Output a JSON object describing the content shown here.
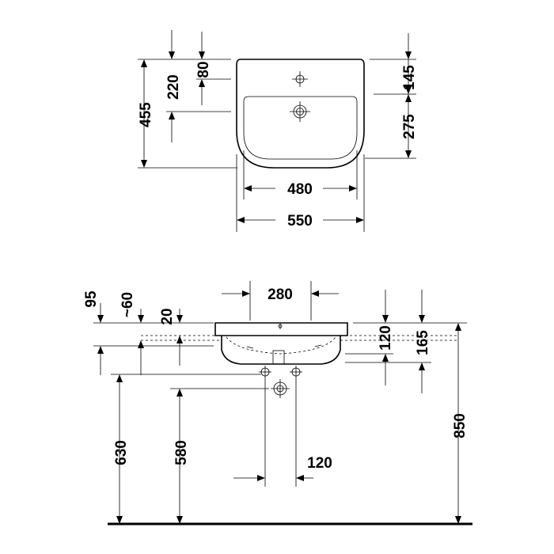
{
  "top_view": {
    "dimensions": {
      "d80": "80",
      "d220": "220",
      "d455": "455",
      "d145": "145",
      "d275": "275",
      "d480": "480",
      "d550": "550"
    }
  },
  "front_view": {
    "dimensions": {
      "d95": "95",
      "d60": "~60",
      "d20": "20",
      "d280": "280",
      "d120_top": "120",
      "d165": "165",
      "d630": "630",
      "d580": "580",
      "d120_bottom": "120",
      "d850": "850"
    }
  }
}
